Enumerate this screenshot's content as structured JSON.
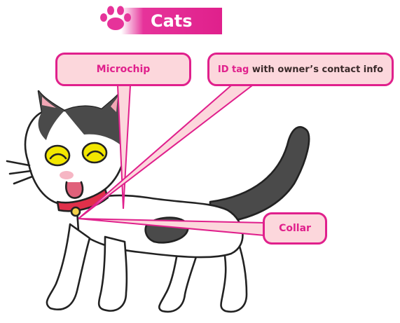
{
  "title": "Cats",
  "callouts": {
    "microchip": "Microchip",
    "id_tag_highlight": "ID tag",
    "id_tag_rest": " with owner’s contact info",
    "collar": "Collar"
  },
  "colors": {
    "accent": "#e0208c",
    "callout_fill": "#fcd7dc",
    "cat_fur_dark": "#3f3f3f",
    "cat_eye": "#f2e600",
    "paw": "#e6339a"
  },
  "icons": [
    "paw-print-icon"
  ]
}
